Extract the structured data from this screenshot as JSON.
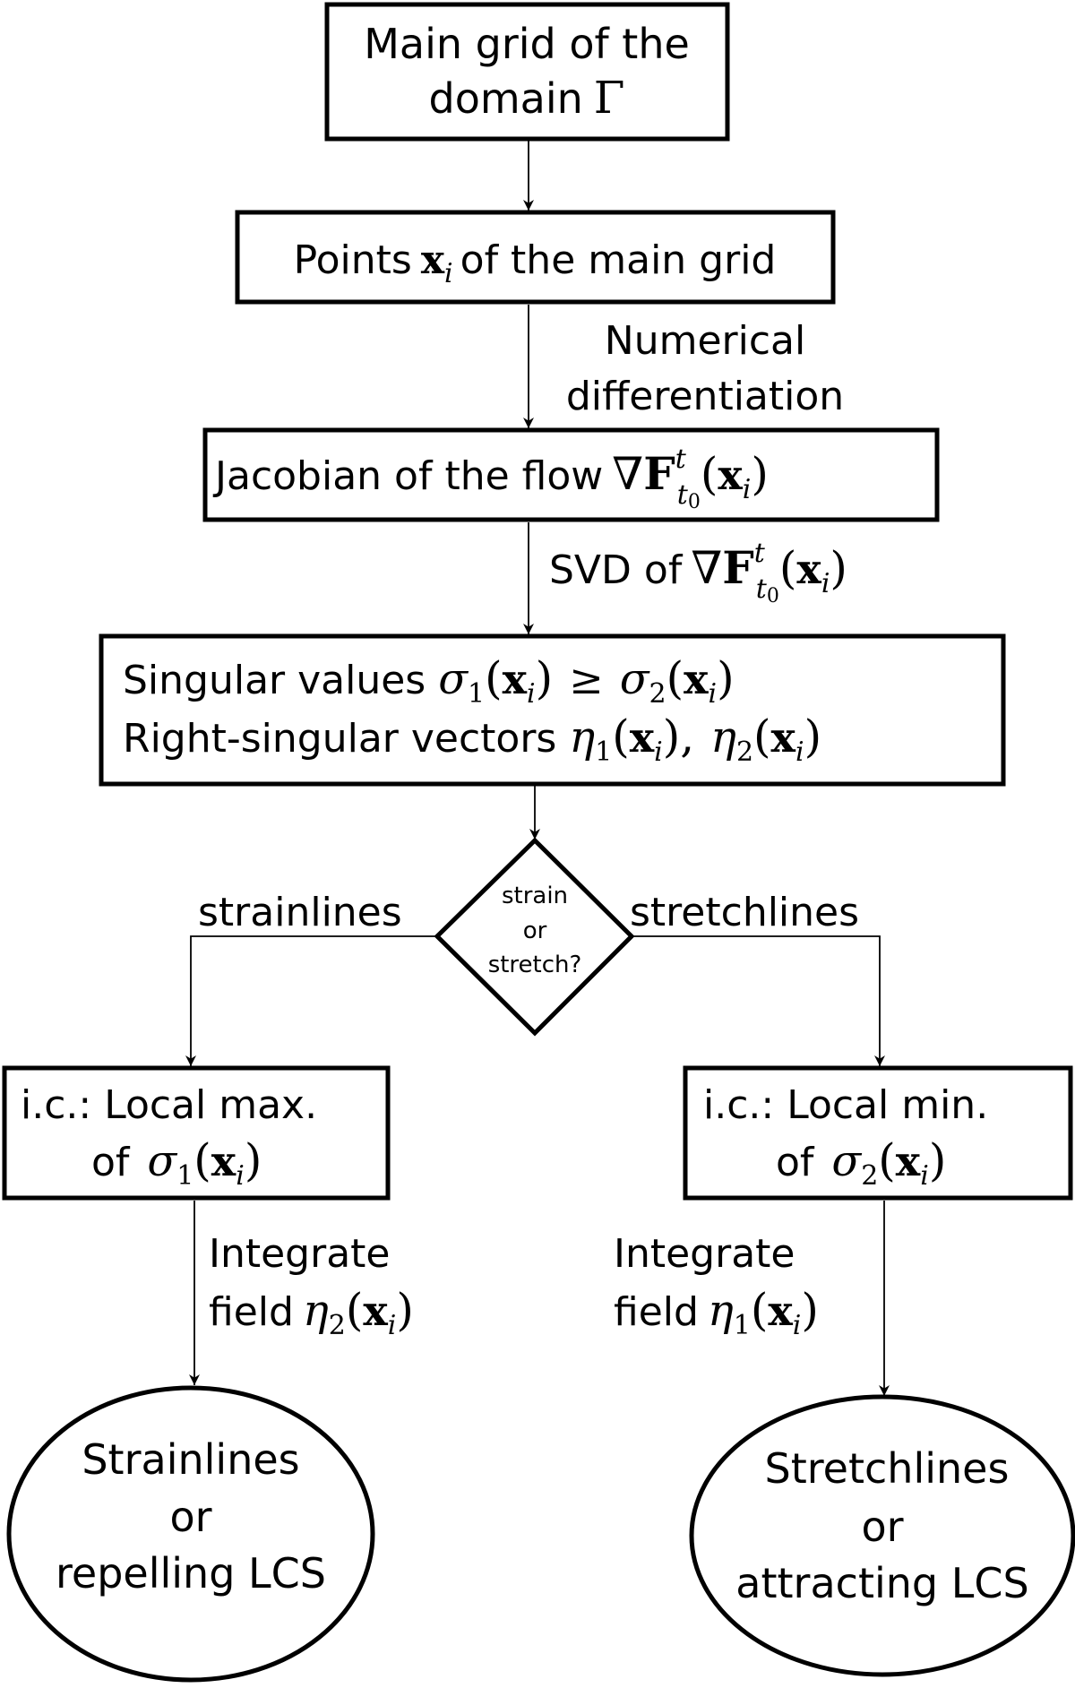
{
  "nodes": {
    "main_grid": {
      "line1": "Main grid of the",
      "line2": "domain",
      "math": "Γ"
    },
    "points": {
      "pre": "Points",
      "var": "x",
      "sub": "i",
      "post": "of the main grid"
    },
    "jacobian": {
      "pre": "Jacobian of the flow"
    },
    "svd_result": {
      "line1_pre": "Singular values",
      "line2_pre": "Right-singular vectors"
    },
    "decision": {
      "line1": "strain",
      "line2": "or",
      "line3": "stretch?"
    },
    "local_max": {
      "line1": "i.c.: Local max.",
      "line2_pre": "of"
    },
    "local_min": {
      "line1": "i.c.: Local min.",
      "line2_pre": "of"
    },
    "strainlines_out": {
      "line1": "Strainlines",
      "line2": "or",
      "line3": "repelling LCS"
    },
    "stretchlines_out": {
      "line1": "Stretchlines",
      "line2": "or",
      "line3": "attracting LCS"
    }
  },
  "edges": {
    "numerical": {
      "line1": "Numerical",
      "line2": "differentiation"
    },
    "svd": {
      "pre": "SVD of"
    },
    "strain_branch": "strainlines",
    "stretch_branch": "stretchlines",
    "integrate_left": {
      "line1": "Integrate",
      "line2_pre": "field"
    },
    "integrate_right": {
      "line1": "Integrate",
      "line2_pre": "field"
    }
  }
}
